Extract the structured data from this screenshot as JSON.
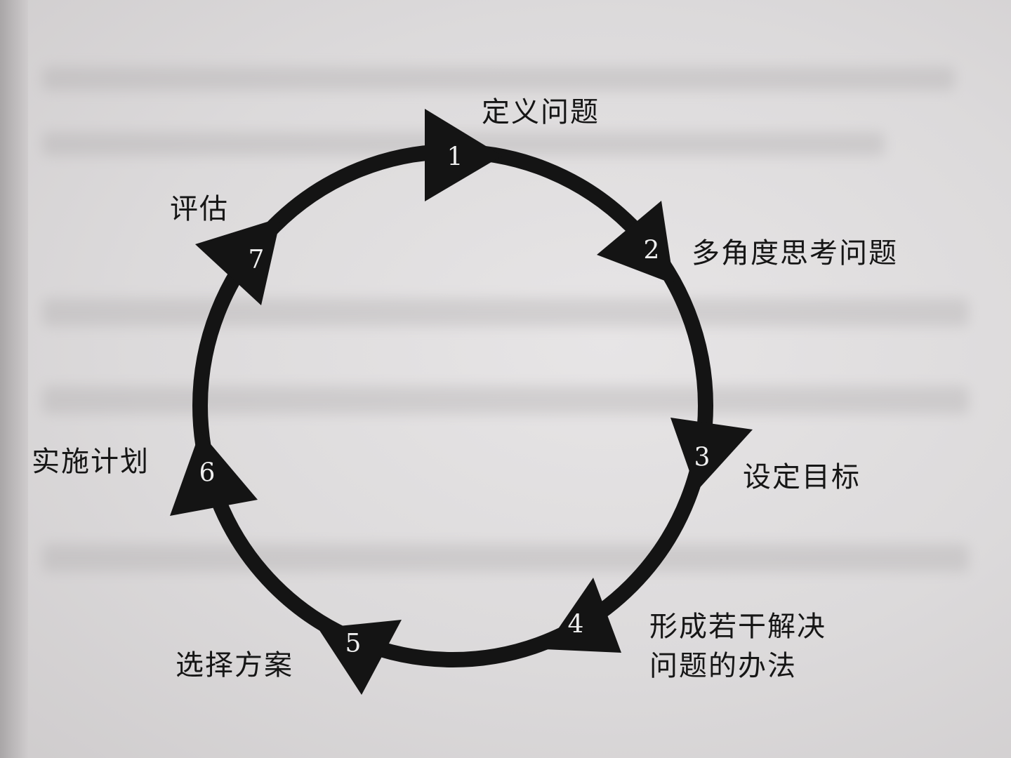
{
  "cycle_steps": [
    {
      "number": "1",
      "label": "定义问题"
    },
    {
      "number": "2",
      "label": "多角度思考问题"
    },
    {
      "number": "3",
      "label": "设定目标"
    },
    {
      "number": "4",
      "label": "形成若干解决",
      "label_line2": "问题的办法"
    },
    {
      "number": "5",
      "label": "选择方案"
    },
    {
      "number": "6",
      "label": "实施计划"
    },
    {
      "number": "7",
      "label": "评估"
    }
  ],
  "colors": {
    "ring": "#141414",
    "paper": "#dedcdd",
    "text": "#161616"
  }
}
